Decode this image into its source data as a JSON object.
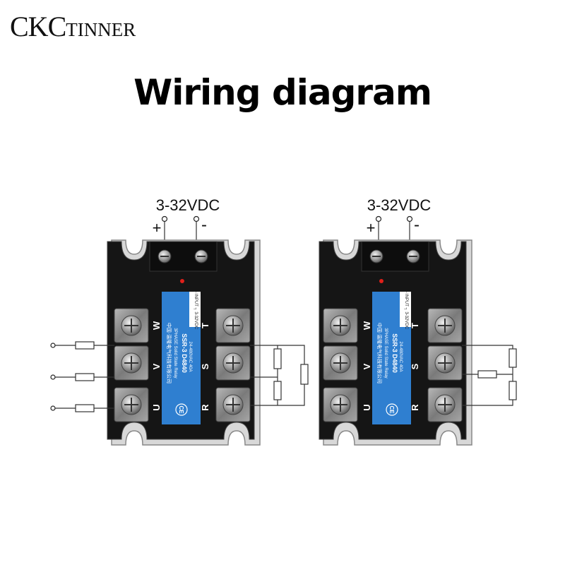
{
  "brand": {
    "name_large": "CKC",
    "name_small": "TINNER"
  },
  "title": "Wiring diagram",
  "relays": [
    {
      "input_voltage": "3-32VDC",
      "plus": "+",
      "minus": "-",
      "input_marking": "┌ INPUT ┐ 3-32VDC",
      "company": "中国·温隆电气科技有限公司",
      "phase": "3PHASE Solid State Relay",
      "model": "SSR-3  D4840",
      "rating": "24-480VAC  40A",
      "ce": "CE",
      "terminals": [
        "W",
        "V",
        "U",
        "T",
        "S",
        "R"
      ],
      "load": "delta"
    },
    {
      "input_voltage": "3-32VDC",
      "plus": "+",
      "minus": "-",
      "input_marking": "┌ INPUT ┐ 3-32VDC",
      "company": "中国·温隆电气科技有限公司",
      "phase": "3PHASE Solid State Relay",
      "model": "SSR-3  D4840",
      "rating": "24-480VAC  40A",
      "ce": "CE",
      "terminals": [
        "W",
        "V",
        "U",
        "T",
        "S",
        "R"
      ],
      "load": "star"
    }
  ],
  "colors": {
    "housing": "#151515",
    "housing_edge": "#9a9a9a",
    "label_blue": "#2f7fd0",
    "terminal": "#8f8f8f",
    "led": "#e0201a"
  }
}
